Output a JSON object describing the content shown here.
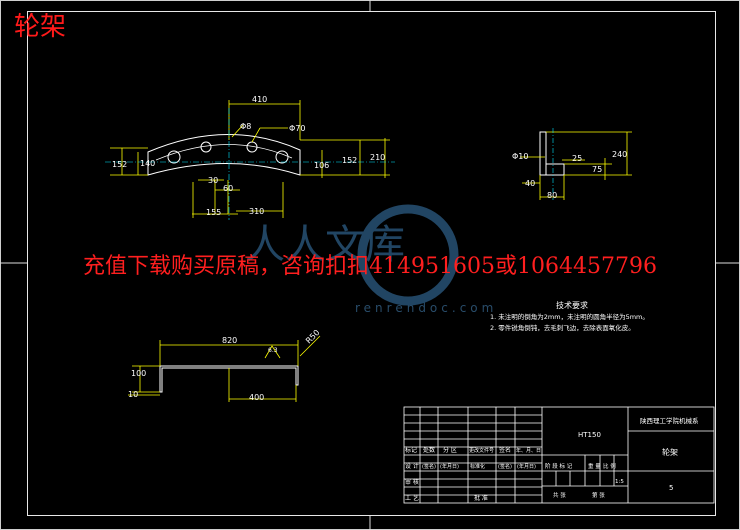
{
  "corner_title": "轮架",
  "watermark": {
    "site": "renrendoc.com",
    "logo_chars": "人人文库",
    "promo": "充值下载购买原稿，咨询扣扣414951605或1064457796"
  },
  "front_view": {
    "dims": {
      "top_width": "410",
      "hole_small": "Φ8",
      "hole_large": "Φ70",
      "left_outer": "152",
      "left_inner": "140",
      "right_inner": "106",
      "right_outer": "152",
      "right_overall": "210",
      "gap_a": "30",
      "gap_b": "60",
      "bottom_left": "155",
      "bottom_right": "310"
    }
  },
  "side_view": {
    "dims": {
      "hole": "Φ10",
      "width_top": "25",
      "height_total": "240",
      "height_part": "75",
      "left_off": "40",
      "bottom_w": "80"
    }
  },
  "bottom_view": {
    "dims": {
      "length": "820",
      "height": "100",
      "thickness": "10",
      "segment": "400",
      "roughness": "6.3",
      "angle": "R50"
    }
  },
  "tech_req": {
    "title": "技术要求",
    "items": [
      "1. 未注明的倒角为2mm，未注明的圆角半径为5mm。",
      "2. 零件锐角倒钝，去毛刺飞边，去除表面氧化皮。"
    ]
  },
  "title_block": {
    "material": "HT150",
    "school": "陕西理工学院机械系",
    "part_name": "轮架",
    "sheet": "5",
    "scale_label": "比例",
    "scale_value": "1:5",
    "weight": "重量",
    "row_labels": [
      "标记",
      "处数",
      "分 区",
      "更改文件号",
      "签名",
      "年、月、日"
    ],
    "std_labels": [
      "标准化",
      "(签名)",
      "(年月日)"
    ],
    "rows_left": [
      "设 计",
      "审 核",
      "工 艺"
    ],
    "sign_cells": [
      "(签名)",
      "(年月日)"
    ],
    "approve": "批 准",
    "stage_labels": [
      "阶 段 标 记",
      "重 量",
      "比 例"
    ],
    "sheet_labels": [
      "共  张",
      "第  张"
    ]
  }
}
